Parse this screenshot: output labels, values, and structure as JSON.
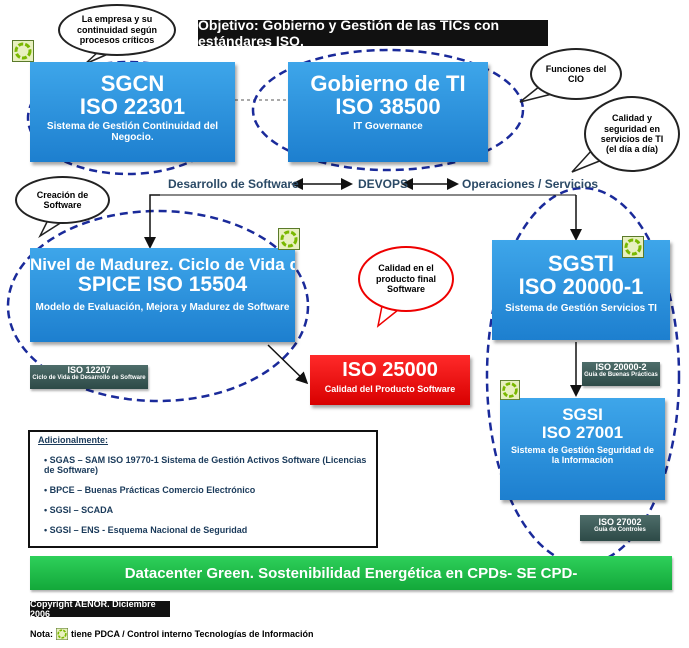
{
  "title": "Objetivo: Gobierno y Gestión de las TICs con estándares ISO.",
  "callouts": {
    "empresa": [
      "La empresa y su",
      "continuidad según",
      "procesos críticos"
    ],
    "cio": [
      "Funciones del",
      "CIO"
    ],
    "calidad_ti": [
      "Calidad y",
      "seguridad en",
      "servicios de TI",
      "(el día a día)"
    ],
    "creacion": [
      "Creación de",
      "Software"
    ],
    "calidad_producto": [
      "Calidad en el",
      "producto final",
      "Software"
    ]
  },
  "boxes": {
    "sgcn": {
      "name": "SGCN",
      "iso": "ISO 22301",
      "desc": "Sistema de Gestión Continuidad del Negocio."
    },
    "gobierno": {
      "name": "Gobierno de TI",
      "iso": "ISO 38500",
      "desc": "IT Governance"
    },
    "spice": {
      "name": "Nivel de Madurez. Ciclo de Vida de SW",
      "iso": "SPICE ISO 15504",
      "desc": "Modelo de Evaluación, Mejora y Madurez de Software"
    },
    "sgsti": {
      "name": "SGSTI",
      "iso": "ISO 20000-1",
      "desc": "Sistema de Gestión Servicios TI"
    },
    "sgsi": {
      "name": "SGSI",
      "iso": "ISO 27001",
      "desc": "Sistema de Gestión Seguridad de la Información"
    },
    "iso25000": {
      "iso": "ISO 25000",
      "desc": "Calidad del Producto Software"
    },
    "iso12207": {
      "iso": "ISO 12207",
      "desc": "Ciclo de Vida de Desarrollo de Software"
    },
    "iso20000_2": {
      "iso": "ISO 20000-2",
      "desc": "Guía de Buenas Prácticas"
    },
    "iso27002": {
      "iso": "ISO 27002",
      "desc": "Guía de Controles"
    }
  },
  "flow": {
    "desarrollo": "Desarrollo de Software",
    "devops": "DEVOPS",
    "operaciones": "Operaciones / Servicios"
  },
  "adicionalmente": {
    "heading": "Adicionalmente:",
    "items": [
      "SGAS – SAM  ISO 19770-1 Sistema de Gestión Activos Software (Licencias de Software)",
      "BPCE – Buenas Prácticas Comercio Electrónico",
      "SGSI – SCADA",
      "SGSI – ENS - Esquema Nacional de Seguridad"
    ]
  },
  "green_bar": "Datacenter Green. Sostenibilidad Energética en CPDs- SE CPD-",
  "copyright": "Copyright AENOR. Diciembre 2006",
  "nota": {
    "prefix": "Nota:",
    "text": "tiene PDCA / Control interno Tecnologías de Información"
  },
  "colors": {
    "blue": "#1d7fcf",
    "red": "#e00000",
    "green": "#13a83a",
    "teal": "#3d5a57",
    "dashed": "#1a2a9a"
  }
}
